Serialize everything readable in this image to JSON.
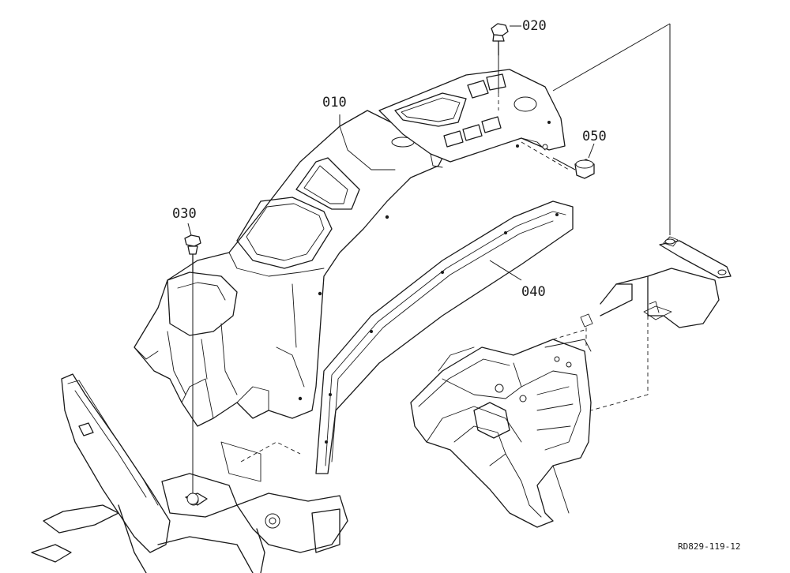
{
  "callouts": {
    "p010": "010",
    "p020": "020",
    "p030": "030",
    "p040": "040",
    "p050": "050"
  },
  "reference_code": "RD829-119-12"
}
